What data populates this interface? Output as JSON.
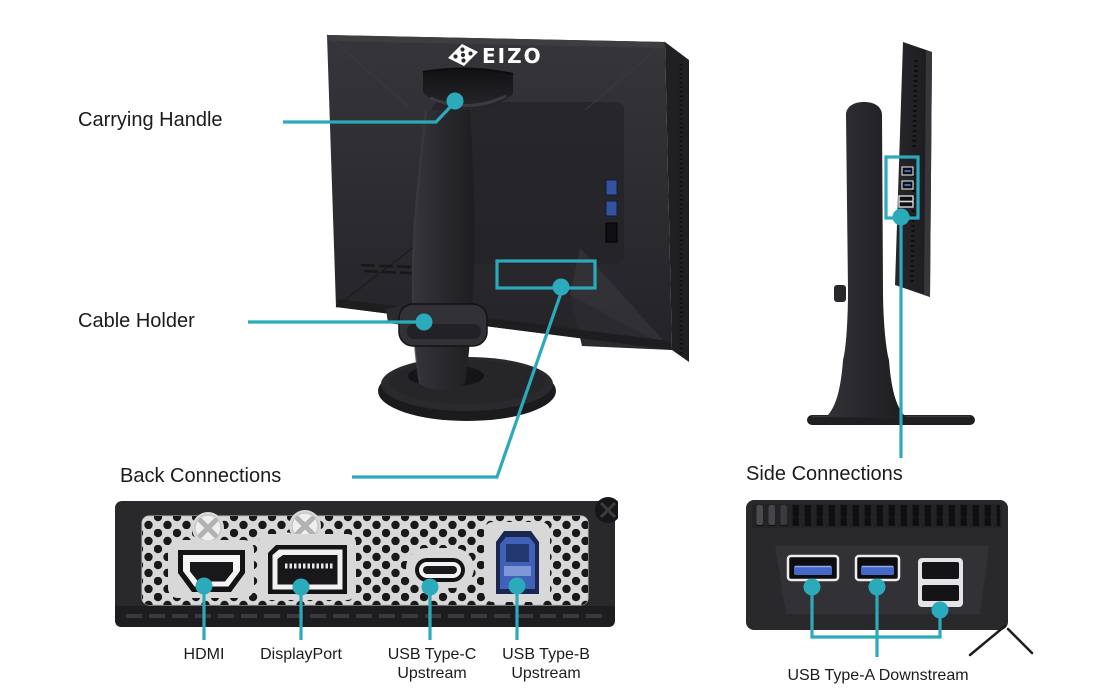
{
  "brand": "EIZO",
  "colors": {
    "accent": "#2BAABB",
    "usb_blue": "#4468C8",
    "usb_b_navy": "#1B2750",
    "monitor_dark": "#29292C",
    "plate_gray": "#D8D8D9"
  },
  "callouts": {
    "carrying_handle": "Carrying Handle",
    "cable_holder": "Cable Holder",
    "back_connections": "Back Connections",
    "side_connections": "Side Connections"
  },
  "back_panel_ports": [
    {
      "label": "HDMI",
      "sublabel": ""
    },
    {
      "label": "DisplayPort",
      "sublabel": ""
    },
    {
      "label": "USB Type-C",
      "sublabel": "Upstream"
    },
    {
      "label": "USB Type-B",
      "sublabel": "Upstream"
    }
  ],
  "side_panel_ports": [
    {
      "label": "USB Type-A Downstream"
    }
  ]
}
